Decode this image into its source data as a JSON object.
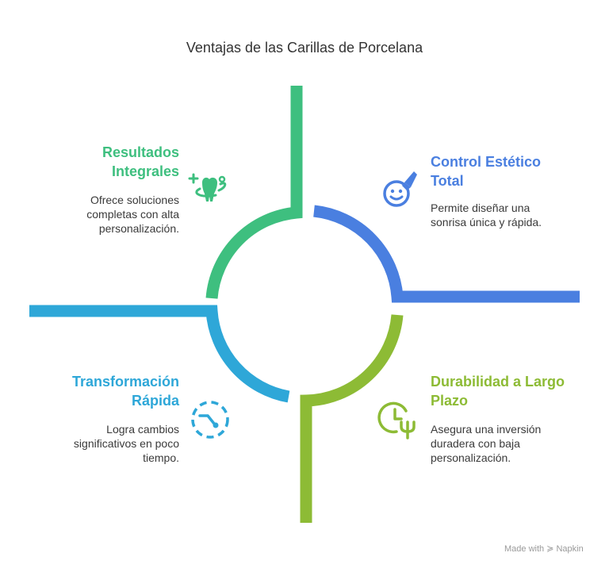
{
  "title": "Ventajas de las Carillas de Porcelana",
  "colors": {
    "green": "#3ebf7f",
    "blue": "#4a7fe0",
    "olive": "#8dbb35",
    "cyan": "#2ea7d8"
  },
  "quadrants": [
    {
      "id": "top-left",
      "heading": "Resultados Integrales",
      "description": "Ofrece soluciones completas con alta personalización.",
      "icon": "tooth-sparkle-icon"
    },
    {
      "id": "top-right",
      "heading": "Control Estético Total",
      "description": "Permite diseñar una sonrisa única y rápida.",
      "icon": "smile-brush-icon"
    },
    {
      "id": "bottom-left",
      "heading": "Transformación Rápida",
      "description": "Logra cambios significativos en poco tiempo.",
      "icon": "dashed-circle-arrow-icon"
    },
    {
      "id": "bottom-right",
      "heading": "Durabilidad a Largo Plazo",
      "description": "Asegura una inversión duradera con baja personalización.",
      "icon": "clock-plant-icon"
    }
  ],
  "brand": "Made with ≽ Napkin"
}
